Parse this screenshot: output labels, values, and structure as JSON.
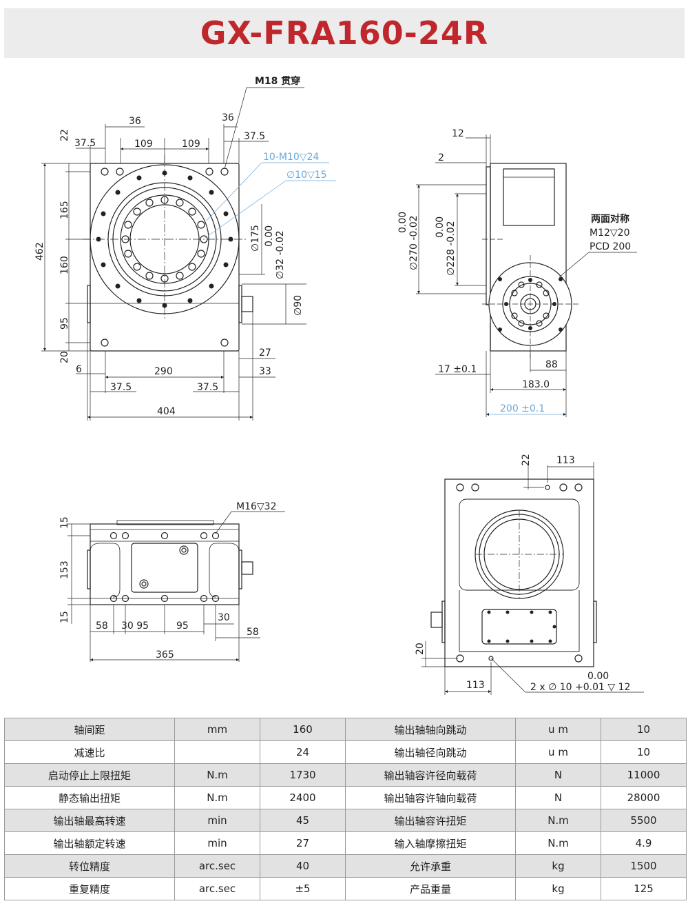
{
  "title": "GX-FRA160-24R",
  "colors": {
    "title_red": "#c0272d",
    "blue_dim": "#6aa7d6",
    "line": "#222222",
    "table_shade": "#e2e2e2"
  },
  "front_view": {
    "callout_through": "M18 贯穿",
    "callout_tap": "10-M10▽24",
    "callout_pin": "∅10▽15",
    "dims": {
      "top_36_left": "36",
      "top_36_right": "36",
      "top_37_5_left": "37.5",
      "top_37_5_right": "37.5",
      "top_109_left": "109",
      "top_109_right": "109",
      "left_22": "22",
      "left_165": "165",
      "left_160": "160",
      "left_95": "95",
      "left_20": "20",
      "left_462": "462",
      "dia_175": "∅175",
      "tol_32_upper": "0.00",
      "tol_32": "∅32 -0.02",
      "dia_90": "∅90",
      "right_27": "27",
      "right_33": "33",
      "bottom_6": "6",
      "bottom_290": "290",
      "bottom_37_5_left": "37.5",
      "bottom_37_5_right": "37.5",
      "bottom_404": "404"
    }
  },
  "side_view": {
    "note_line1": "两面对称",
    "note_line2": "M12▽20",
    "note_line3": "PCD 200",
    "dims": {
      "top_12": "12",
      "top_2": "2",
      "tol_270_upper": "0.00",
      "tol_270": "∅270 -0.02",
      "tol_228_upper": "0.00",
      "tol_228": "∅228 -0.02",
      "bottom_17": "17 ±0.1",
      "bottom_88": "88",
      "bottom_183": "183.0",
      "bottom_200": "200 ±0.1"
    }
  },
  "bottom_left_view": {
    "callout": "M16▽32",
    "dims": {
      "left_15_top": "15",
      "left_153": "153",
      "left_15_bottom": "15",
      "b_58_left": "58",
      "b_30_95": "30 95",
      "b_95": "95",
      "b_30": "30",
      "b_58_right": "58",
      "b_365": "365"
    }
  },
  "bottom_right_view": {
    "dims": {
      "top_22": "22",
      "top_113": "113",
      "left_20": "20",
      "bottom_113": "113"
    },
    "hole_tol_upper": "0.00",
    "hole_callout": "2 x ∅ 10 +0.01 ▽ 12"
  },
  "spec_table": [
    [
      "轴间距",
      "mm",
      "160",
      "输出轴轴向跳动",
      "u m",
      "10"
    ],
    [
      "减速比",
      "",
      "24",
      "输出轴径向跳动",
      "u m",
      "10"
    ],
    [
      "启动停止上限扭矩",
      "N.m",
      "1730",
      "输出轴容许径向载荷",
      "N",
      "11000"
    ],
    [
      "静态输出扭矩",
      "N.m",
      "2400",
      "输出轴容许轴向载荷",
      "N",
      "28000"
    ],
    [
      "输出轴最高转速",
      "min",
      "45",
      "输出轴容许扭矩",
      "N.m",
      "5500"
    ],
    [
      "输出轴额定转速",
      "min",
      "27",
      "输入轴摩擦扭矩",
      "N.m",
      "4.9"
    ],
    [
      "转位精度",
      "arc.sec",
      "40",
      "允许承重",
      "kg",
      "1500"
    ],
    [
      "重复精度",
      "arc.sec",
      "±5",
      "产品重量",
      "kg",
      "125"
    ]
  ]
}
